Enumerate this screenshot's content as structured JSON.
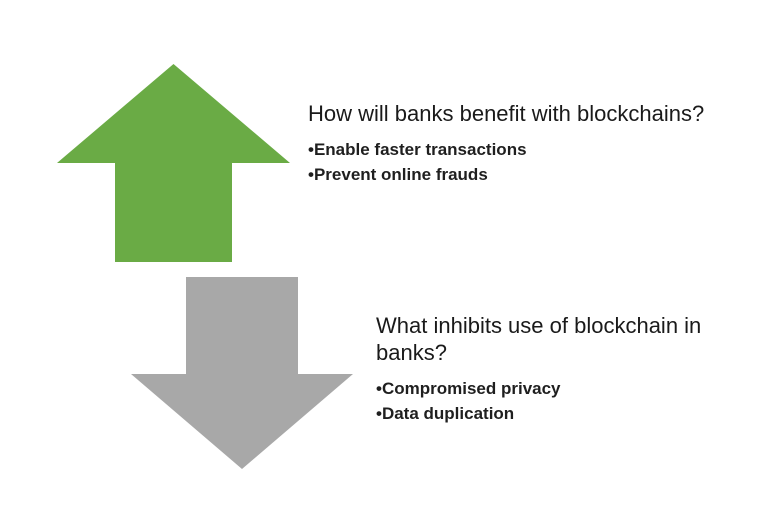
{
  "arrows": {
    "up_color": "#6AAB45",
    "down_color": "#A8A8A8",
    "up_icon": "up-arrow",
    "down_icon": "down-arrow"
  },
  "benefits": {
    "heading": "How will banks benefit with blockchains?",
    "items": [
      "Enable faster transactions",
      "Prevent online frauds"
    ]
  },
  "inhibitors": {
    "heading": "What inhibits use of blockchain in banks?",
    "items": [
      "Compromised privacy",
      "Data duplication"
    ]
  }
}
